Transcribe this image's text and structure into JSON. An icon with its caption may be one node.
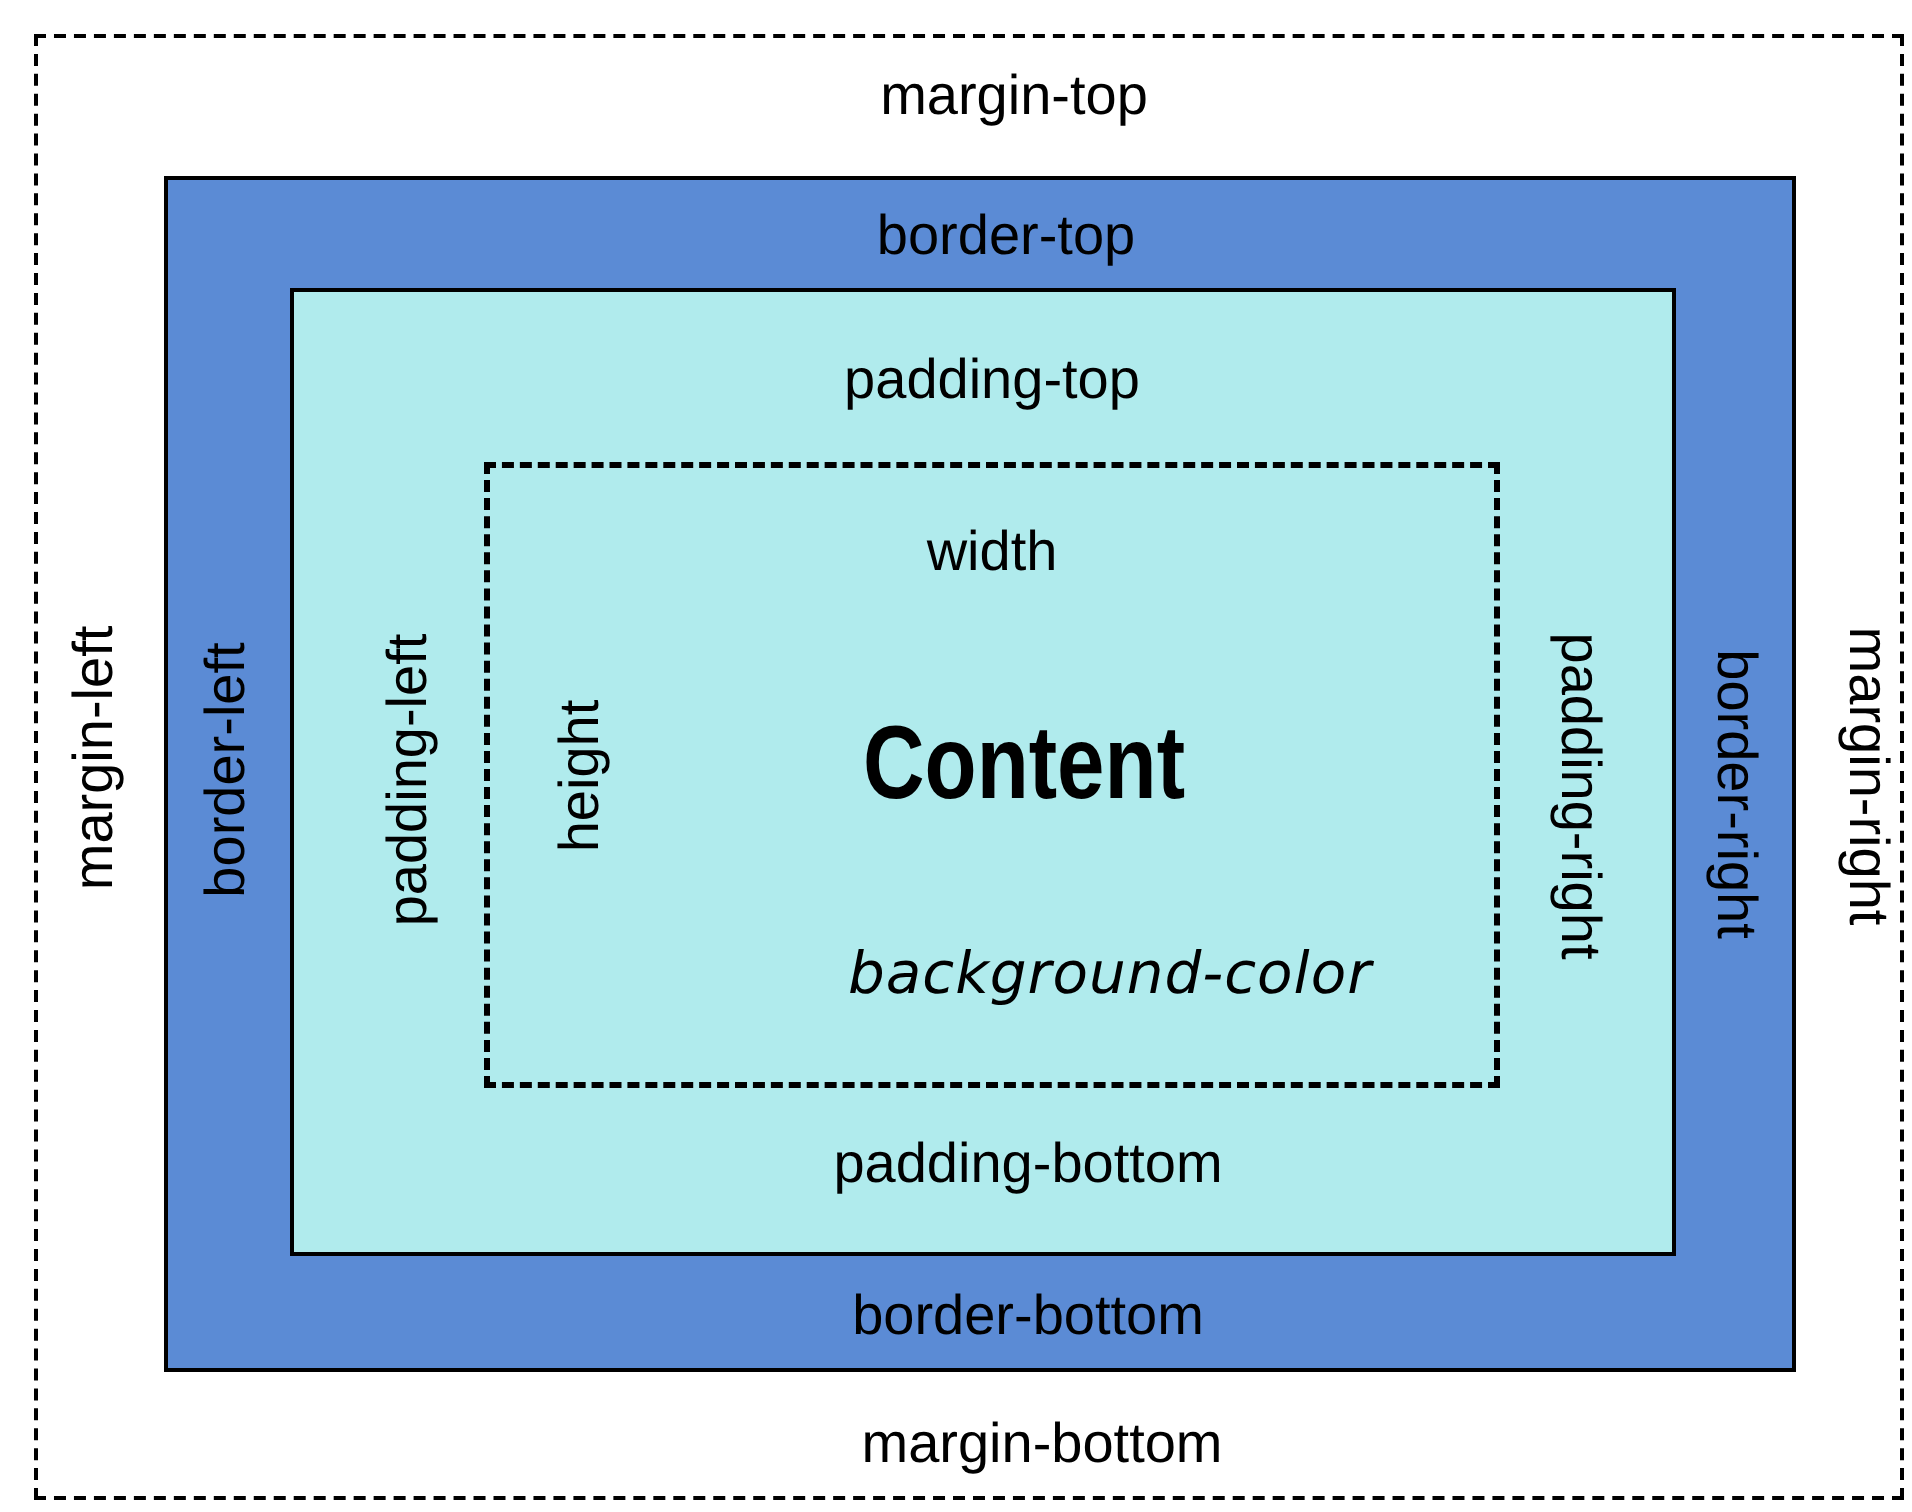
{
  "diagram": {
    "nodes": [
      {
        "text": [
          "margin-top",
          "margin-left",
          "margin-right",
          "margin-bottom"
        ]
      },
      {
        "text": [
          "border-top",
          "border-left",
          "border-right",
          "border-bottom"
        ],
        "in": 0
      },
      {
        "text": [
          "padding-top",
          "padding-left",
          "padding-right",
          "padding-bottom"
        ],
        "in": 1
      },
      {
        "text": [
          "width",
          "height",
          "Content",
          "background-color"
        ],
        "in": 2
      }
    ]
  }
}
